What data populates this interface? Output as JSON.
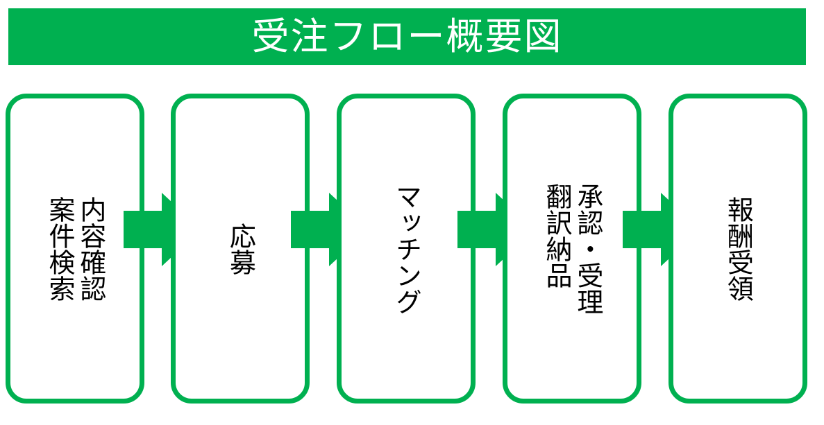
{
  "title": "受注フロー概要図",
  "colors": {
    "accent": "#00b050",
    "text": "#000000",
    "title_text": "#ffffff"
  },
  "steps": [
    {
      "label": "内容確認\n案件検索"
    },
    {
      "label": "応募"
    },
    {
      "label": "マッチング"
    },
    {
      "label": "承認・受理\n翻訳納品"
    },
    {
      "label": "報酬受領"
    }
  ]
}
